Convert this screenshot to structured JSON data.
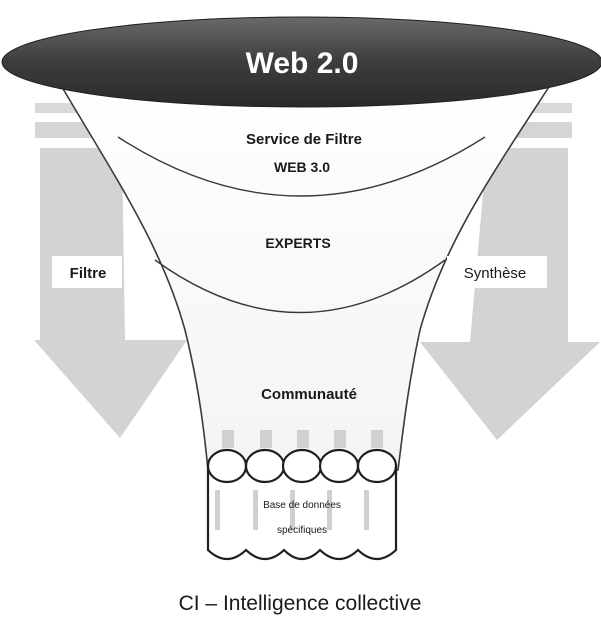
{
  "title": "Web 2.0",
  "levels": {
    "filter_service_line1": "Service de Filtre",
    "filter_service_line2": "WEB 3.0",
    "experts": "EXPERTS",
    "community": "Communauté"
  },
  "arrows": {
    "left": "Filtre",
    "right": "Synthèse"
  },
  "database": {
    "line1": "Base de données",
    "line2": "spécifiques"
  },
  "caption": "CI – Intelligence collective"
}
